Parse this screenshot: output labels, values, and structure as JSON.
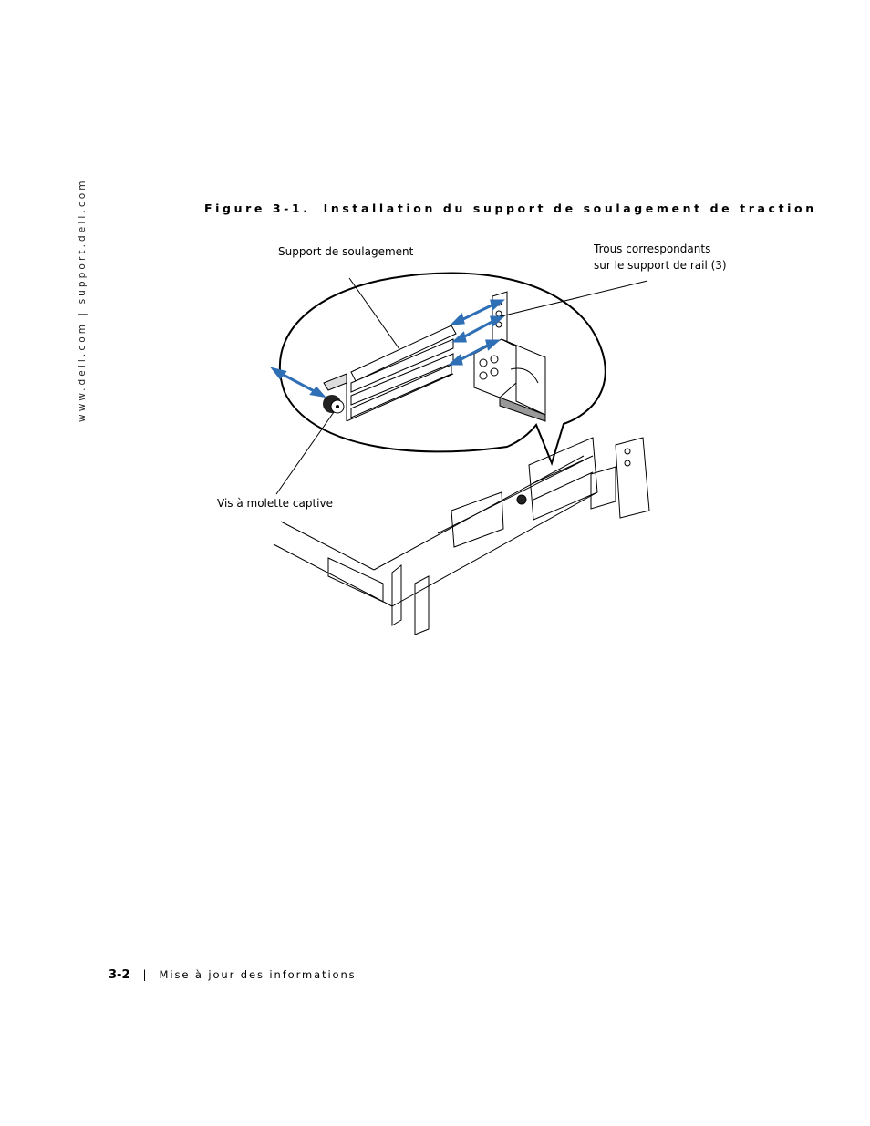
{
  "sidebar": {
    "url": "www.dell.com | support.dell.com"
  },
  "figure": {
    "number": "Figure 3-1.",
    "title": "Installation du support de soulagement de traction",
    "labels": {
      "support": "Support de soulagement",
      "holes_line1": "Trous correspondants",
      "holes_line2": "sur le support de rail (3)",
      "screw": "Vis à molette captive"
    }
  },
  "footer": {
    "page_number": "3-2",
    "separator": "|",
    "section": "Mise à jour des informations"
  },
  "colors": {
    "text": "#000000",
    "arrow": "#2e6fb6"
  }
}
